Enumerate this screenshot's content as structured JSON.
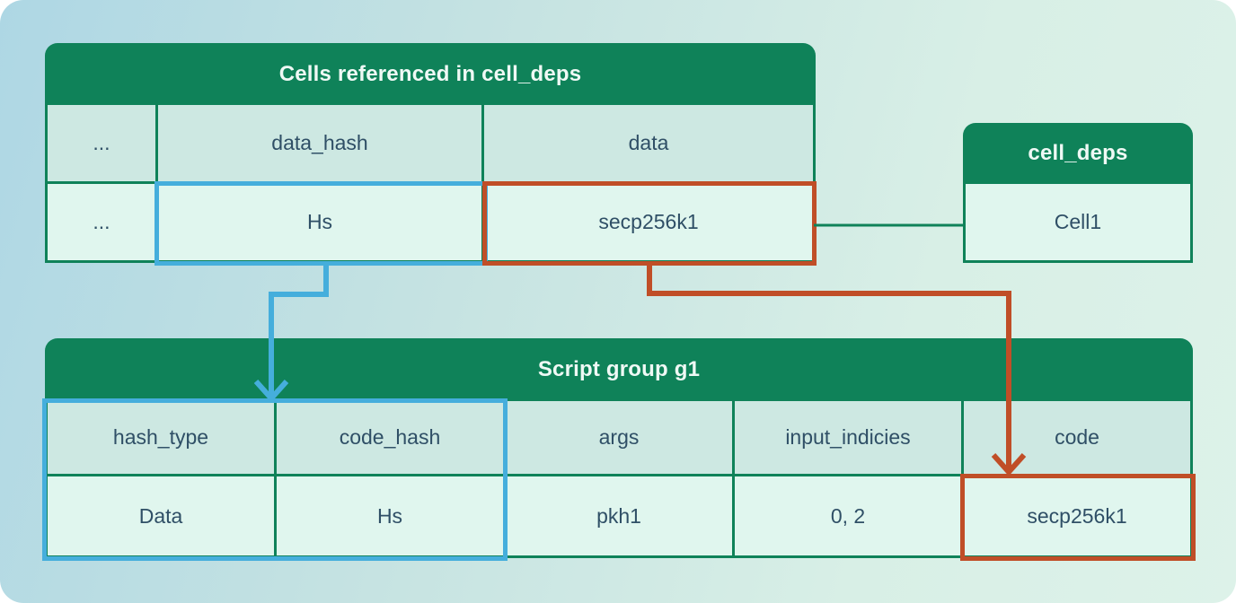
{
  "diagram": {
    "top_table": {
      "title": "Cells referenced in cell_deps",
      "columns": [
        "...",
        "data_hash",
        "data"
      ],
      "row": [
        "...",
        "Hs",
        "secp256k1"
      ]
    },
    "cell_deps_table": {
      "title": "cell_deps",
      "row": [
        "Cell1"
      ]
    },
    "script_table": {
      "title": "Script group g1",
      "columns": [
        "hash_type",
        "code_hash",
        "args",
        "input_indicies",
        "code"
      ],
      "row": [
        "Data",
        "Hs",
        "pkh1",
        "0, 2",
        "secp256k1"
      ]
    },
    "colors": {
      "header_green": "#0f8259",
      "border_green": "#0f8259",
      "highlight_blue": "#45aedc",
      "highlight_red": "#c04e27",
      "text_dark": "#2f4f66",
      "title_text": "#eff9f5",
      "bg_gradient_start": "#aed7e4",
      "bg_gradient_end": "#ddf2e9"
    }
  }
}
